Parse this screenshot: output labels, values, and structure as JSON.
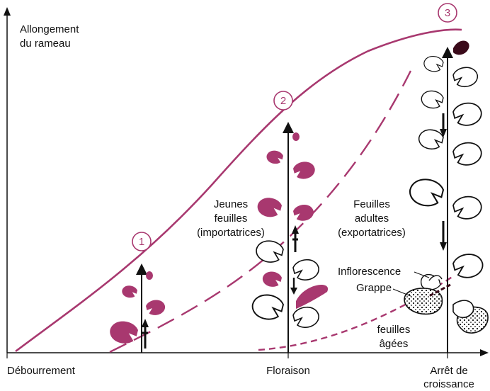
{
  "yaxis_label": [
    "Allongement",
    "du rameau"
  ],
  "xaxis_stages": [
    "Débourrement",
    "Floraison",
    "Arrêt de",
    "croissance"
  ],
  "stage_markers": [
    "1",
    "2",
    "3"
  ],
  "zones": {
    "young": [
      "Jeunes",
      "feuilles",
      "(importatrices)"
    ],
    "adult": [
      "Feuilles",
      "adultes",
      "(exportatrices)"
    ],
    "old": [
      "feuilles",
      "âgées"
    ]
  },
  "organs": {
    "inflorescence": "Inflorescence",
    "grappe": "Grappe"
  },
  "colors": {
    "accent": "#a8386f",
    "ink": "#111111",
    "dark_leaf": "#3a0a1a"
  }
}
